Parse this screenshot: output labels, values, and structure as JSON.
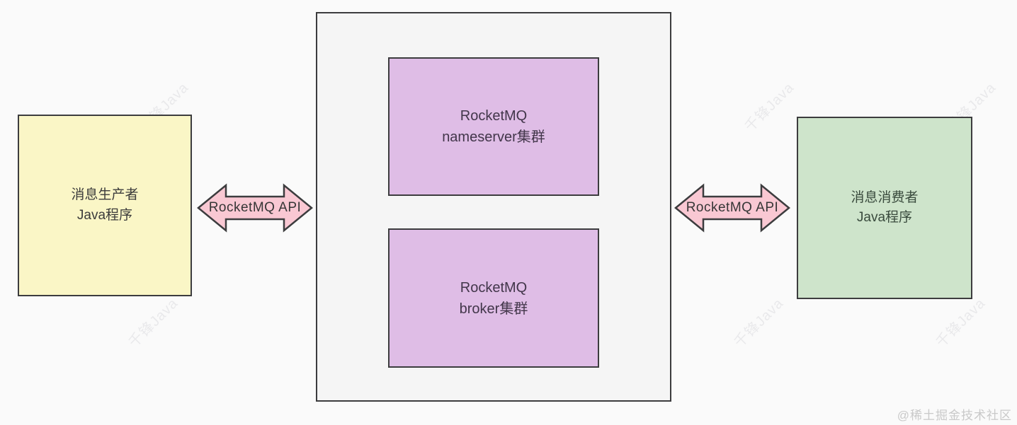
{
  "diagram": {
    "producer": {
      "line1": "消息生产者",
      "line2": "Java程序"
    },
    "nameserver": {
      "line1": "RocketMQ",
      "line2": "nameserver集群"
    },
    "broker": {
      "line1": "RocketMQ",
      "line2": "broker集群"
    },
    "consumer": {
      "line1": "消息消费者",
      "line2": "Java程序"
    },
    "arrow_left": {
      "label": "RocketMQ API"
    },
    "arrow_right": {
      "label": "RocketMQ API"
    }
  },
  "watermark": {
    "text": "千锋Java"
  },
  "credit": {
    "text": "@稀土掘金技术社区"
  },
  "colors": {
    "page_bg": "#fafafa",
    "cluster_fill": "#f5f5f5",
    "producer_fill": "#faf6c6",
    "node_fill": "#dfbde6",
    "consumer_fill": "#cee4cb",
    "arrow_fill": "#f9c8d3",
    "border": "#3c3c3e"
  }
}
